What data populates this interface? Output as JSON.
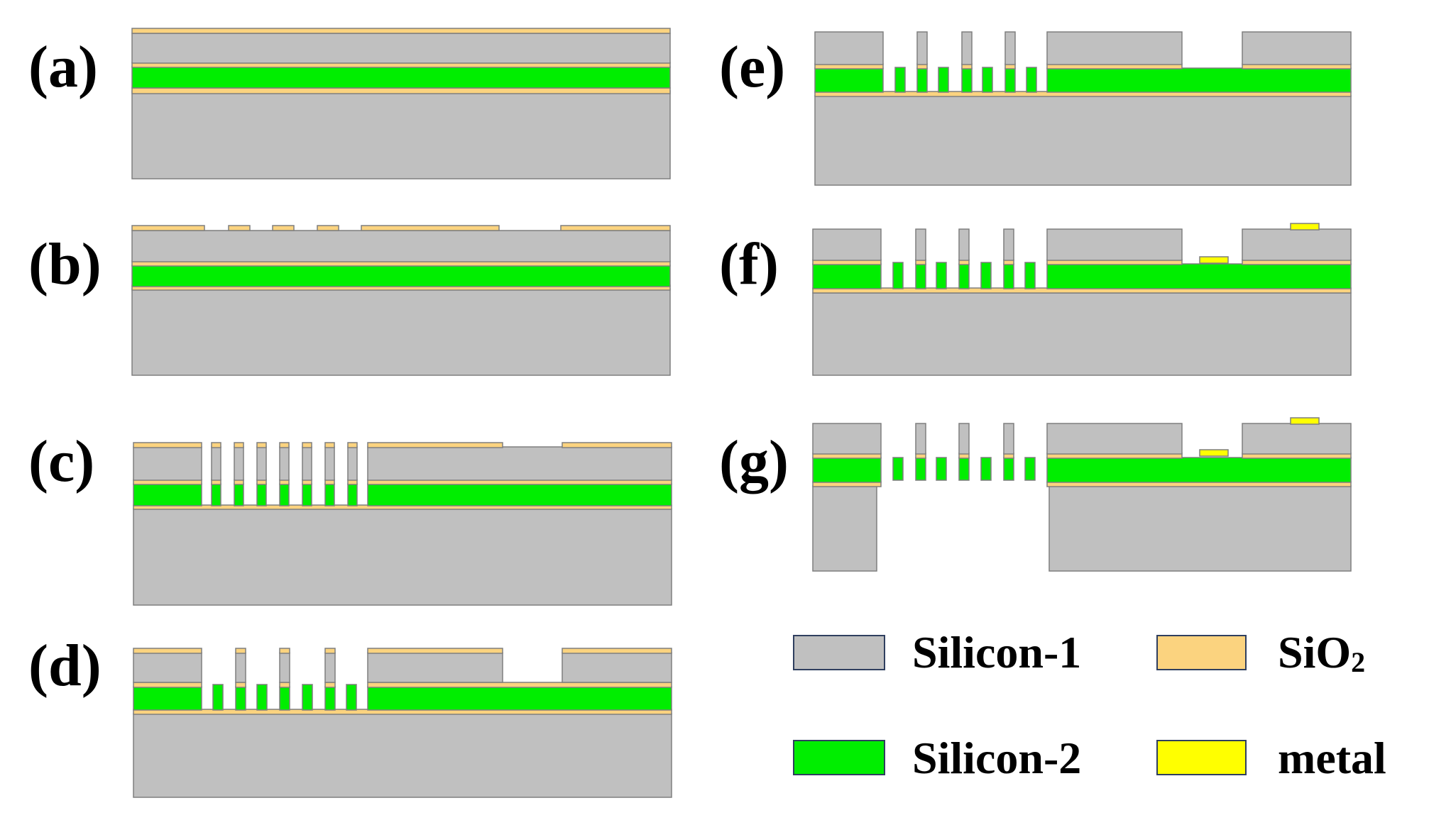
{
  "colors": {
    "silicon_1": "#c0c0c0",
    "silicon_2": "#00ee00",
    "sio2": "#fbd37f",
    "metal": "#ffff00",
    "outline": "#7f7f7f"
  },
  "panels": [
    {
      "id": "a",
      "label": "(a)"
    },
    {
      "id": "b",
      "label": "(b)"
    },
    {
      "id": "c",
      "label": "(c)"
    },
    {
      "id": "d",
      "label": "(d)"
    },
    {
      "id": "e",
      "label": "(e)"
    },
    {
      "id": "f",
      "label": "(f)"
    },
    {
      "id": "g",
      "label": "(g)"
    }
  ],
  "legend": [
    {
      "material": "silicon_1",
      "label": "Silicon-1"
    },
    {
      "material": "sio2",
      "label": "SiO",
      "subscript": "2"
    },
    {
      "material": "silicon_2",
      "label": "Silicon-2"
    },
    {
      "material": "metal",
      "label": "metal"
    }
  ]
}
